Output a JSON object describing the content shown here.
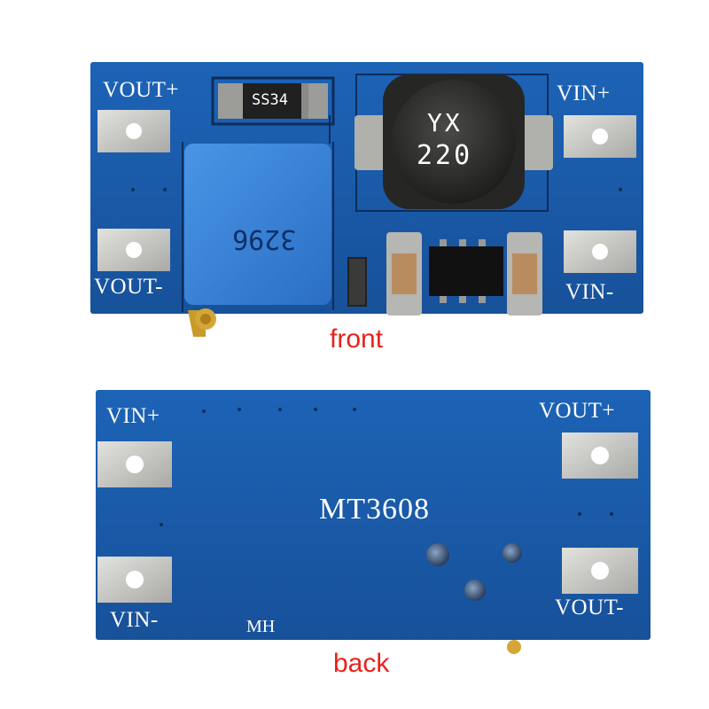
{
  "front": {
    "caption": "front",
    "labels": {
      "vout_plus": "VOUT+",
      "vout_minus": "VOUT-",
      "vin_plus": "VIN+",
      "vin_minus": "VIN-"
    },
    "diode_text": "SS34",
    "inductor_text_line1": "YX",
    "inductor_text_line2": "220",
    "pot_text": "3296"
  },
  "back": {
    "caption": "back",
    "title": "MT3608",
    "mark": "MH",
    "labels": {
      "vin_plus": "VIN+",
      "vin_minus": "VIN-",
      "vout_plus": "VOUT+",
      "vout_minus": "VOUT-"
    }
  },
  "colors": {
    "pcb": "#1c5fb0",
    "pcb_dark": "#164e97",
    "pad": "#c8c8c4",
    "trimmer": "#2f7fd6",
    "caption": "#e8221b"
  }
}
